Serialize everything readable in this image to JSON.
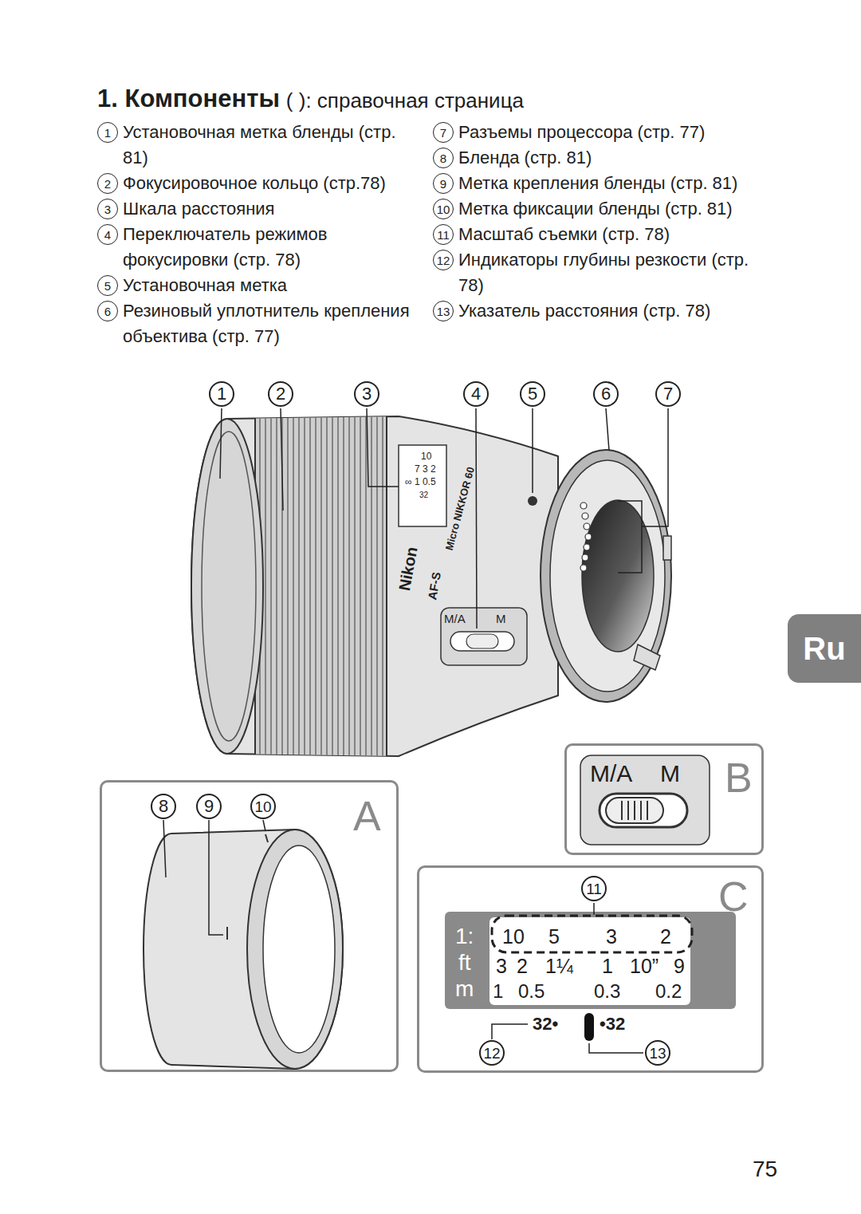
{
  "diagram": {
    "title": "1. Компоненты",
    "nodes": [
      {
        "text": [
          "Ru"
        ]
      },
      {
        "text": [
          "A"
        ]
      },
      {
        "text": [
          "B"
        ]
      },
      {
        "text": [
          "C"
        ]
      }
    ],
    "labels": [
      "( ): справочная страница",
      "1",
      "Установочная метка бленды (стр. 81)",
      "2",
      "Фокусировочное кольцо (стр.78)",
      "3",
      "Шкала расстояния",
      "4",
      "Переключатель режимов фокусировки (стр. 78)",
      "5",
      "Установочная метка",
      "6",
      "Резиновый уплотнитель крепления объектива (стр. 77)",
      "7",
      "Разъемы процессора (стр. 77)",
      "8",
      "Бленда (стр. 81)",
      "9",
      "Метка крепления бленды (стр. 81)",
      "10",
      "Метка фиксации бленды (стр. 81)",
      "11",
      "Масштаб съемки (стр. 78)",
      "12",
      "Индикаторы глубины резкости (стр. 78)",
      "13",
      "Указатель расстояния (стр. 78)",
      "1",
      "2",
      "3",
      "4",
      "5",
      "6",
      "7",
      "Nikon",
      "AF-S",
      "Micro NIKKOR 60",
      "10",
      "7 3 2",
      "∞ 1 0.5",
      "32",
      "M/A",
      "M",
      "8",
      "9",
      "10",
      "M/A",
      "M",
      "11",
      "1:",
      "ft",
      "m",
      "10",
      "5",
      "3",
      "2",
      "3",
      "2",
      "1¼",
      "1",
      "10”",
      "9",
      "1",
      "0.5",
      "0.3",
      "0.2",
      "32•",
      "•32",
      "12",
      "13",
      "75"
    ]
  }
}
